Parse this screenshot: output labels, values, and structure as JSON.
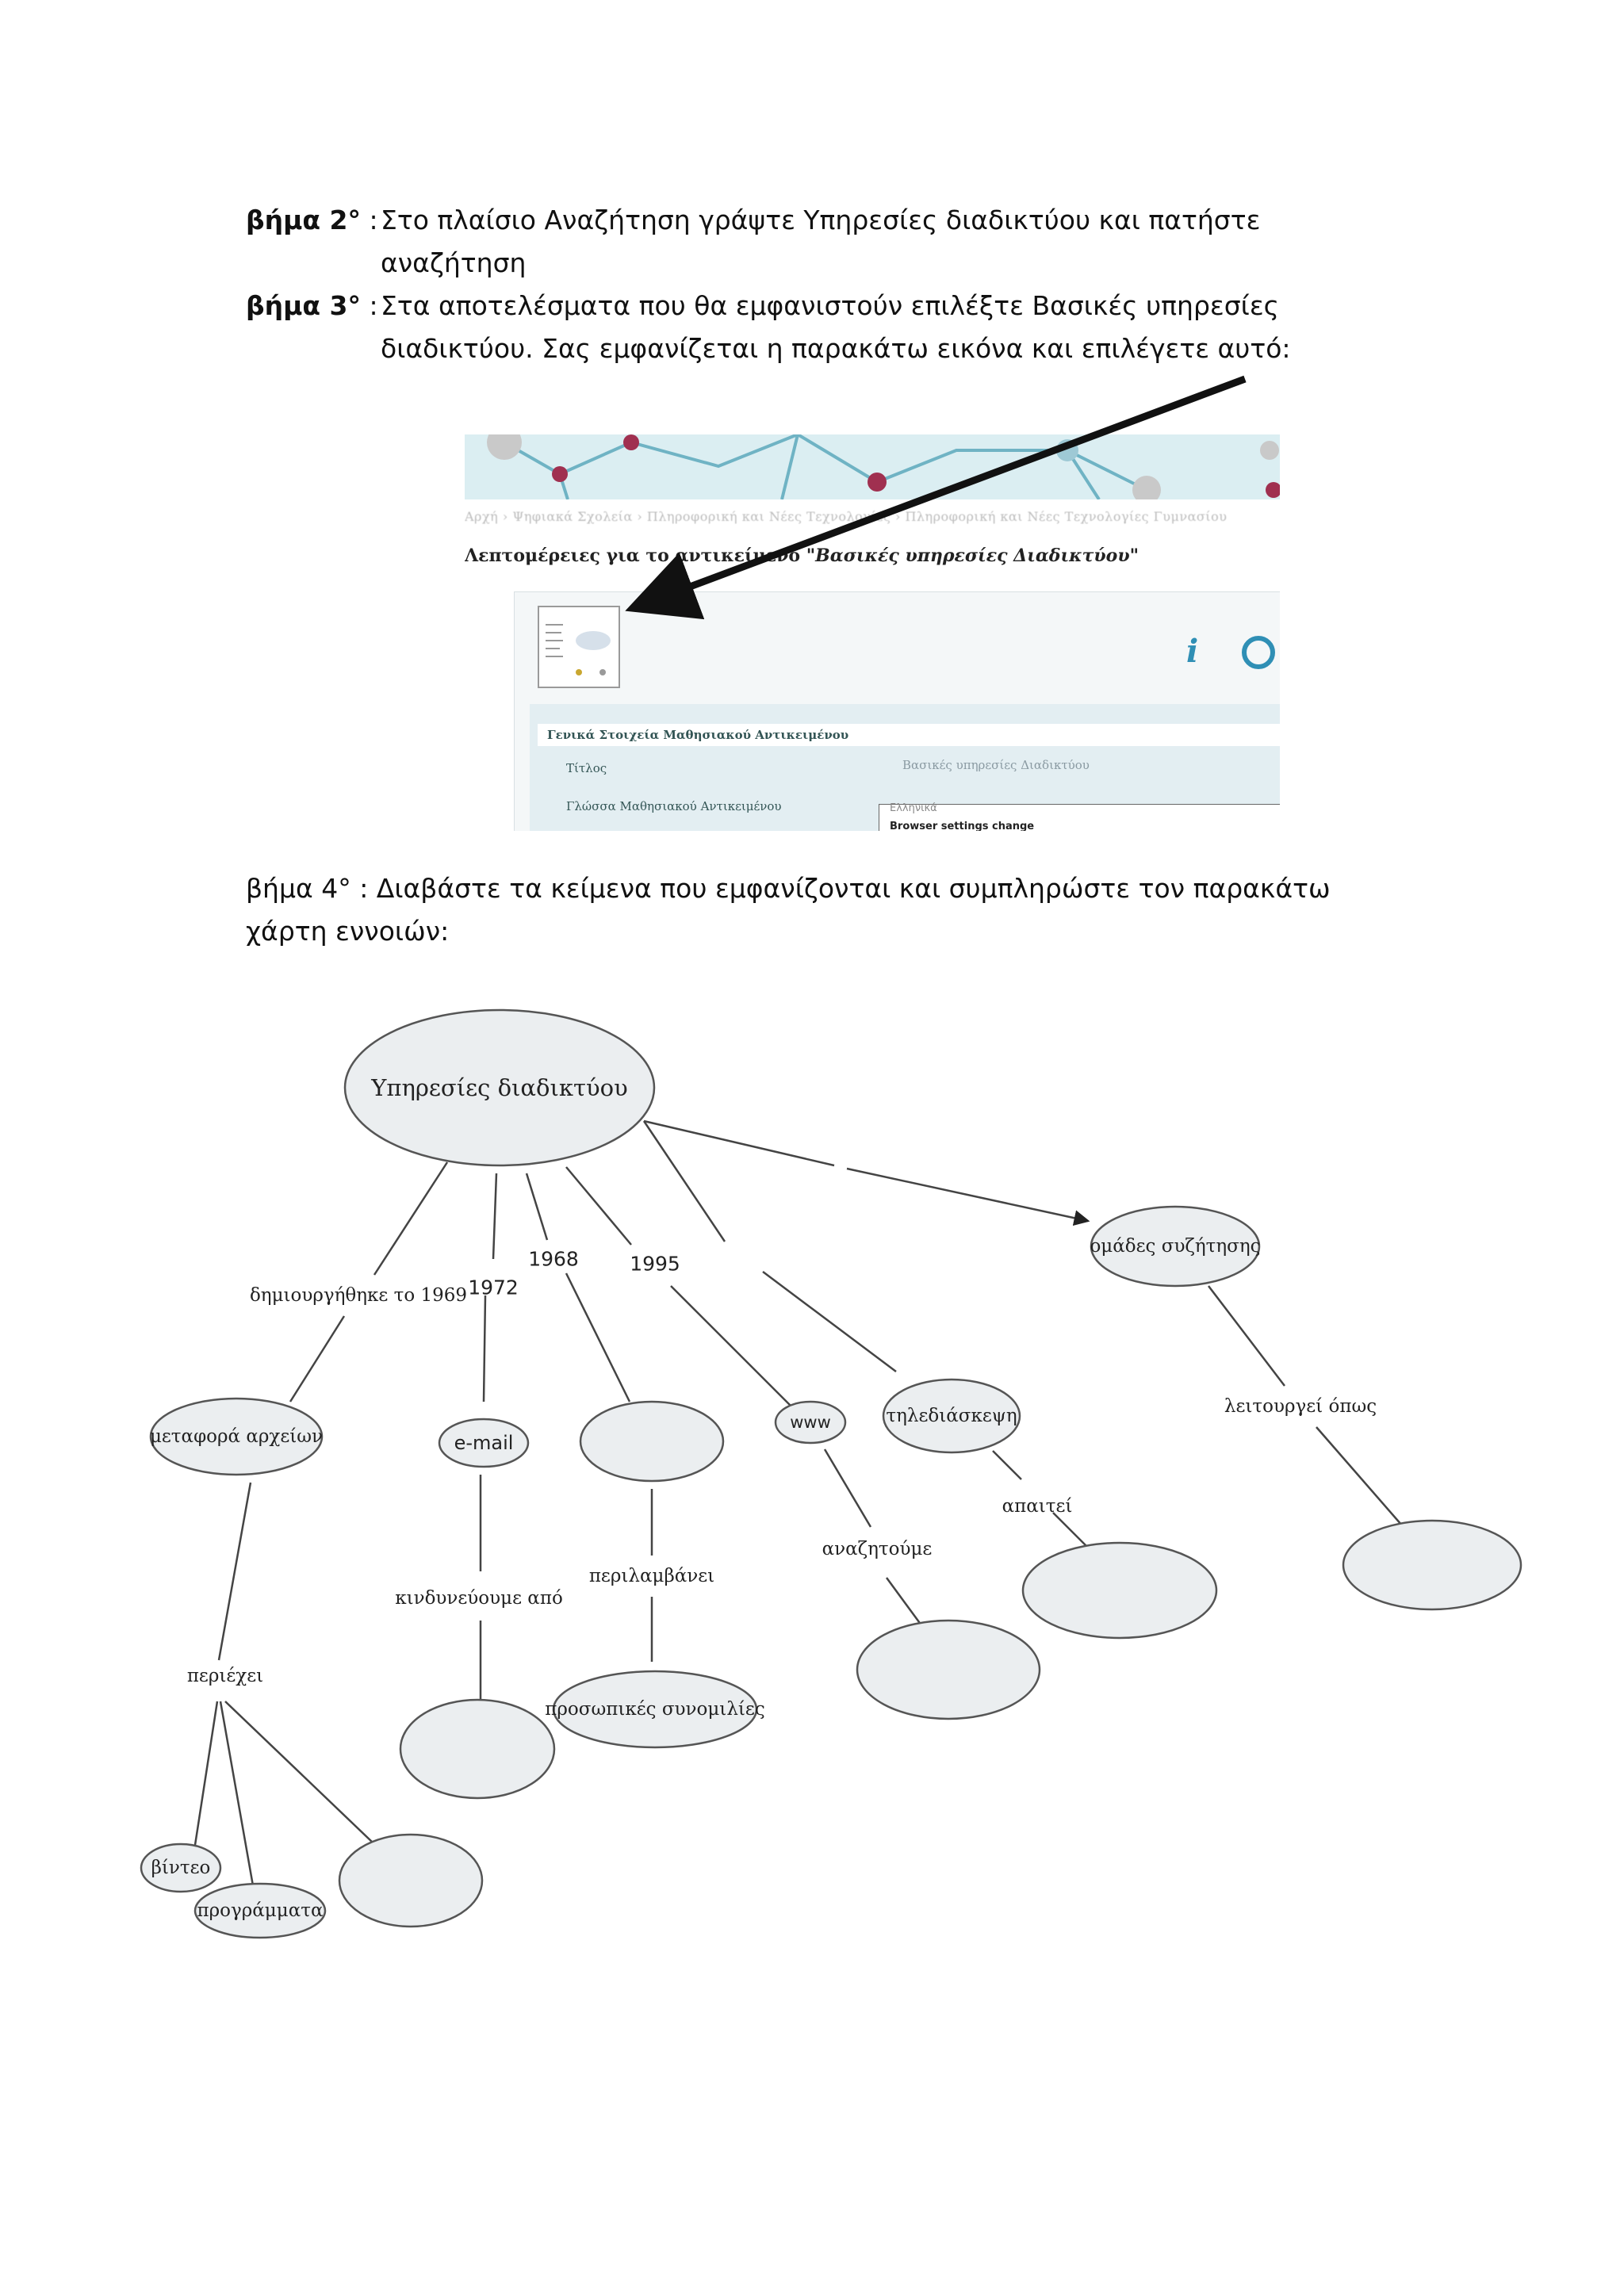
{
  "steps": {
    "step2": {
      "label": "βήμα 2°",
      "colon": " :",
      "line1": "Στο πλαίσιο Αναζήτηση γράψτε Υπηρεσίες διαδικτύου και πατήστε",
      "line2": "αναζήτηση"
    },
    "step3": {
      "label": "βήμα 3°",
      "colon": " :",
      "line1": "Στα αποτελέσματα που θα εμφανιστούν επιλέξτε Βασικές υπηρεσίες",
      "line2": "διαδικτύου.  Σας εμφανίζεται η παρακάτω εικόνα και επιλέγετε αυτό:"
    },
    "step4": {
      "line1": "βήμα 4° : Διαβάστε τα κείμενα που εμφανίζονται και συμπληρώστε τον παρακάτω",
      "line2": "χάρτη εννοιών:"
    }
  },
  "screenshot": {
    "breadcrumb": "Αρχή  ›  Ψηφιακά Σχολεία  ›  Πληροφορική και Νέες Τεχνολογίες  ›  Πληροφορική και Νέες Τεχνολογίες Γυμνασίου",
    "heading_prefix": "Λεπτομέρειες για το αντικείμενο ",
    "heading_title": "\"Βασικές υπηρεσίες Διαδικτύου\"",
    "info_icon": "i",
    "table_header": "Γενικά Στοιχεία Μαθησιακού Αντικειμένου",
    "row1_label": "Τίτλος",
    "row1_value": "Βασικές υπηρεσίες Διαδικτύου",
    "row2_label": "Γλώσσα Μαθησιακού Αντικειμένου",
    "row2_value": "Ελληνικά",
    "popup_text": "Browser settings change",
    "colors": {
      "banner": "#dbeef2",
      "icon": "#2f8fb5"
    }
  },
  "concept_map": {
    "root": "Υπηρεσίες διαδικτύου",
    "link_created": "δημιουργήθηκε το 1969",
    "year_1972": "1972",
    "year_1968": "1968",
    "year_1995": "1995",
    "node_file_transfer": "μεταφορά αρχείων",
    "node_email": "e-mail",
    "node_www": "www",
    "node_teleconf": "τηλεδιάσκεψη",
    "node_groups": "ομάδες συζήτησης",
    "link_contains": "περιέχει",
    "link_risk": "κινδυνεύουμε από",
    "link_includes": "περιλαμβάνει",
    "link_search": "αναζητούμε",
    "link_requires": "απαιτεί",
    "link_works": "λειτουργεί όπως",
    "node_chats": "προσωπικές συνομιλίες",
    "node_video": "βίντεο",
    "node_programs": "προγράμματα"
  }
}
